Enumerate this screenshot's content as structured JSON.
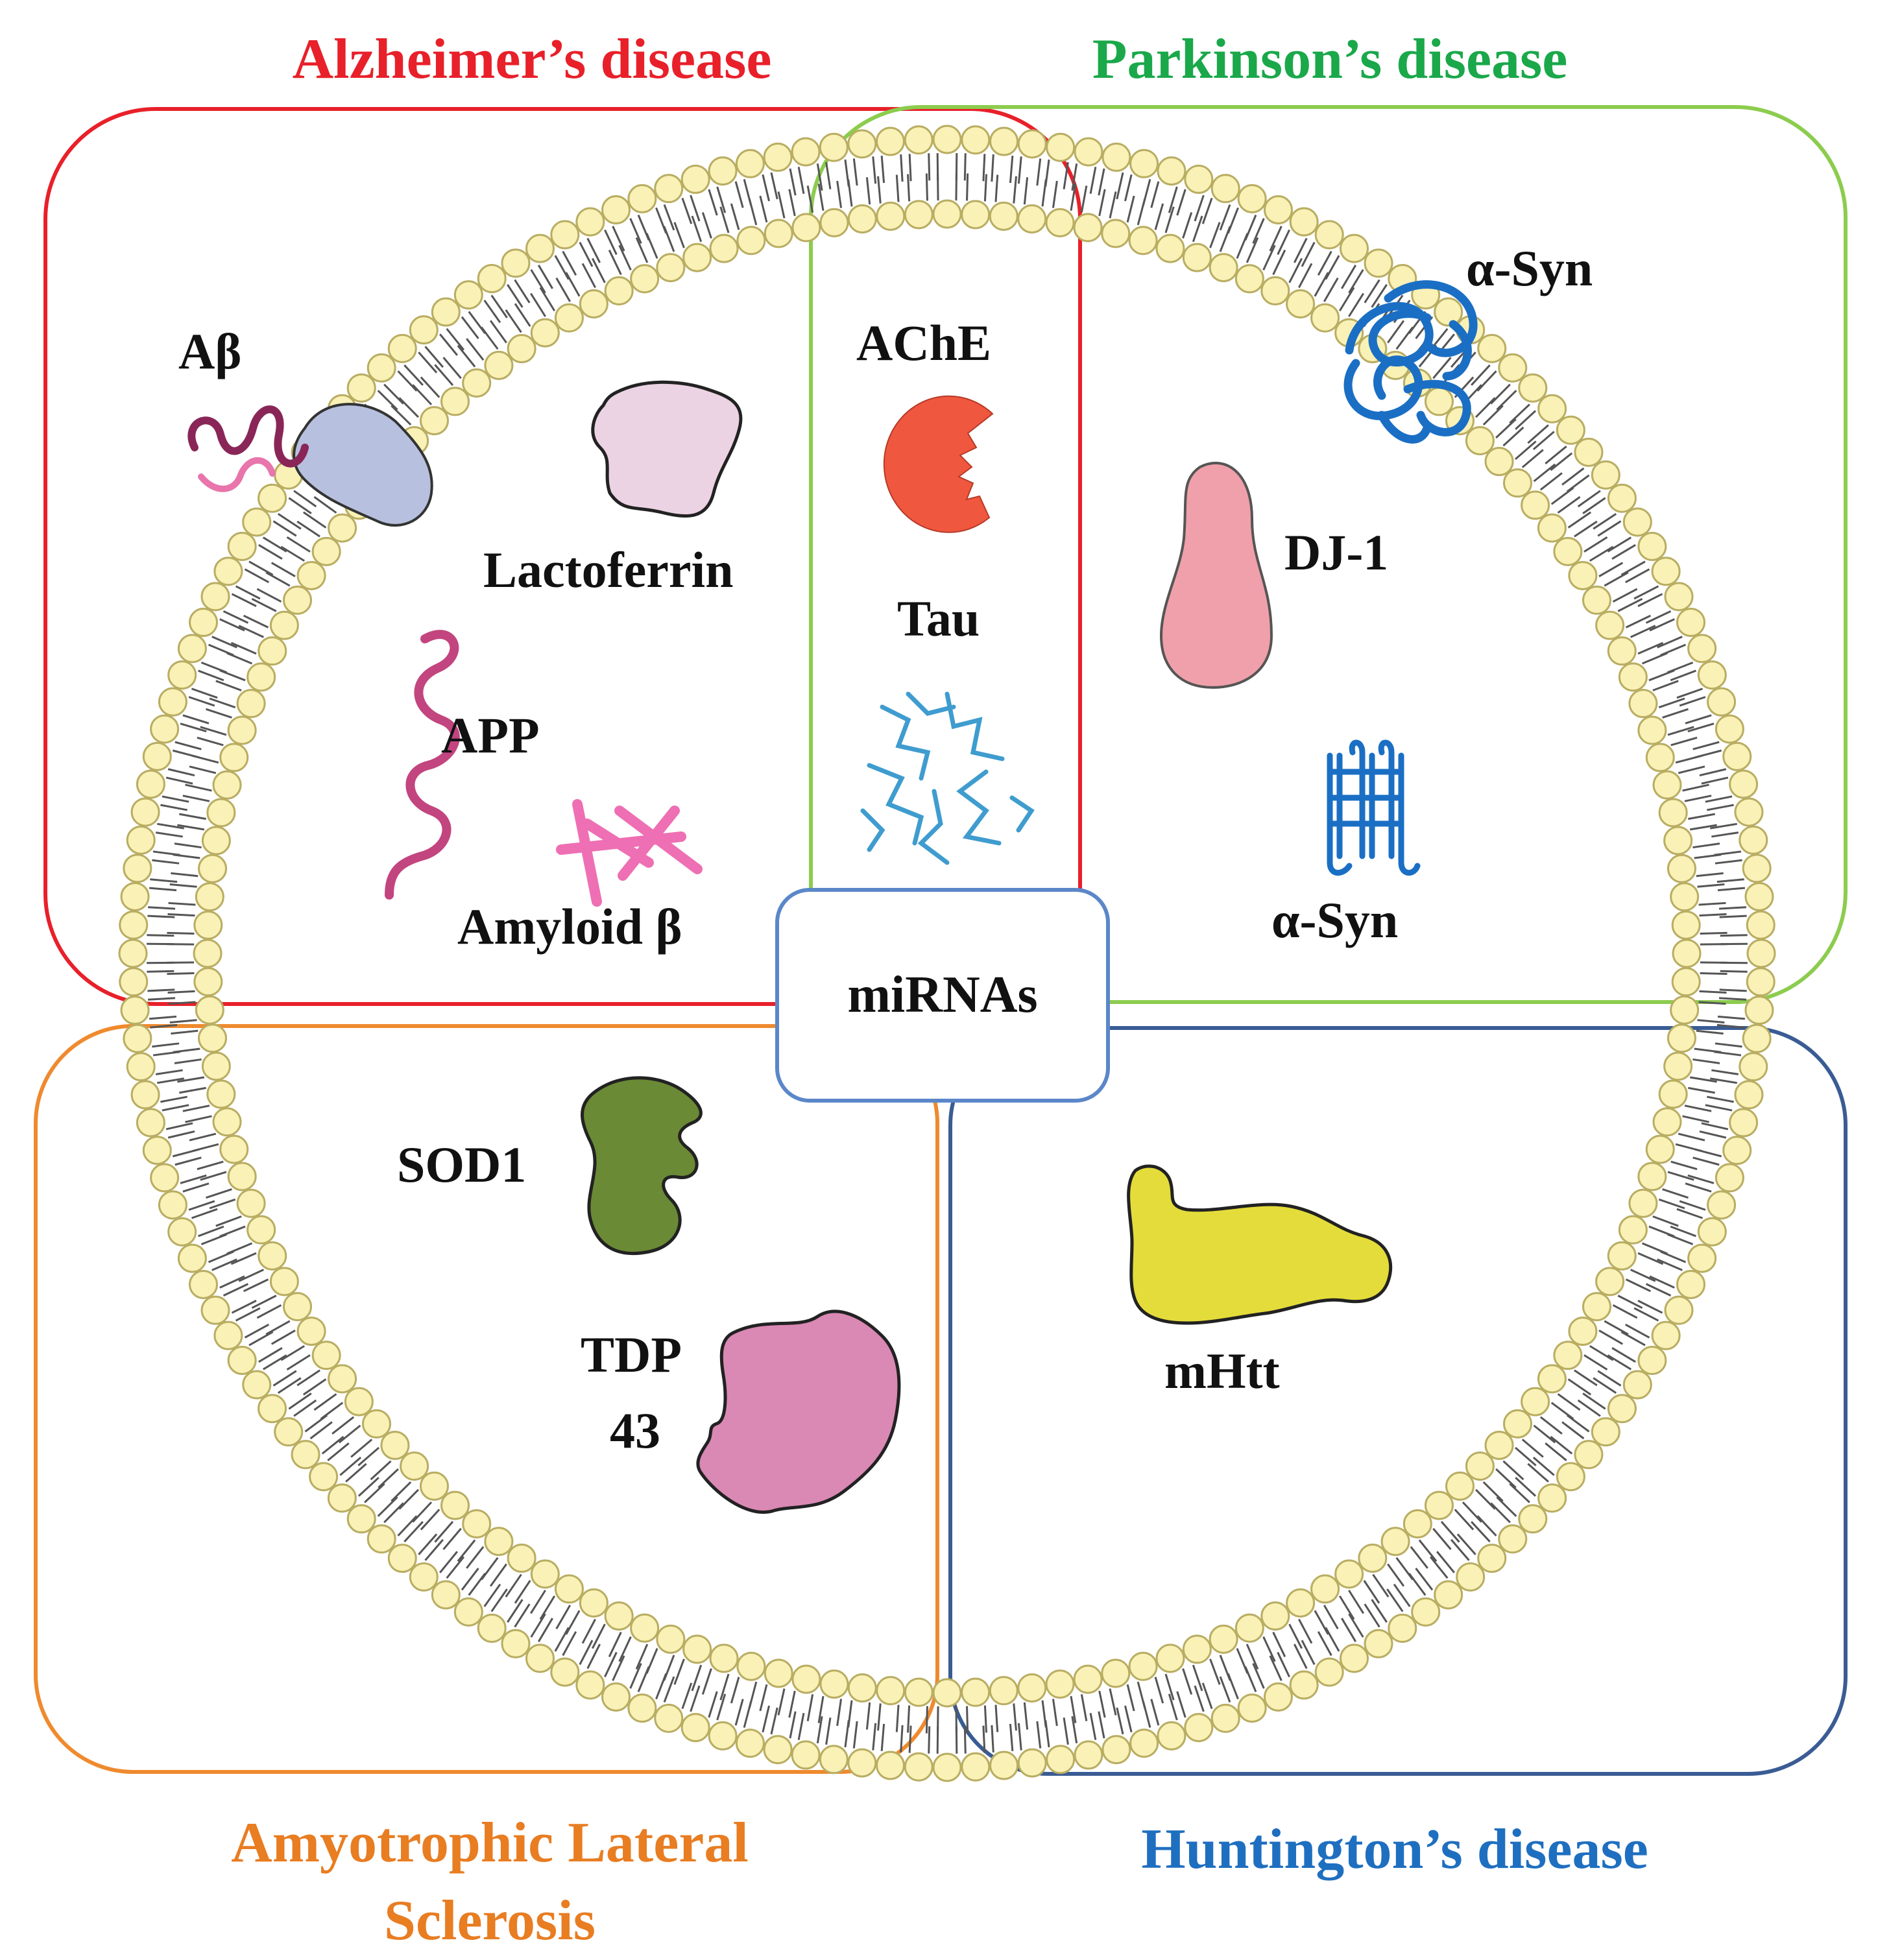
{
  "diseases": {
    "alzheimers": {
      "title": "Alzheimer’s disease",
      "color": "#e8202a"
    },
    "parkinsons": {
      "title": "Parkinson’s disease",
      "color": "#1aa84a"
    },
    "als": {
      "title_line1": "Amyotrophic Lateral",
      "title_line2": "Sclerosis",
      "color": "#e87d22"
    },
    "huntingtons": {
      "title": "Huntington’s disease",
      "color": "#1f6fc0"
    }
  },
  "box_colors": {
    "alzheimers": "#e8202a",
    "parkinsons": "#8ccc4e",
    "als": "#ef8a2e",
    "huntingtons": "#3a5c94",
    "center": "#5b87c9"
  },
  "center": {
    "label": "miRNAs"
  },
  "proteins": {
    "abeta": "Aβ",
    "lactoferrin": "Lactoferrin",
    "app": "APP",
    "amyloid_beta": "Amyloid β",
    "ache": "AChE",
    "tau": "Tau",
    "asyn_top": "α-Syn",
    "dj1": "DJ-1",
    "asyn_bottom": "α-Syn",
    "sod1": "SOD1",
    "tdp_line1": "TDP",
    "tdp_line2": "43",
    "mhtt": "mHtt"
  },
  "protein_colors": {
    "abeta_receptor": "#b7c0de",
    "lactoferrin": "#ecd3e3",
    "app": "#c2457f",
    "amyloid_beta": "#ee6fb4",
    "ache": "#f0573f",
    "tau": "#3f9ccf",
    "asyn": "#1a6fc4",
    "dj1": "#f0a0aa",
    "sod1": "#6a8a35",
    "tdp43": "#da88b4",
    "mhtt": "#e4dc3a",
    "membrane_head": "#f9f1b6"
  }
}
